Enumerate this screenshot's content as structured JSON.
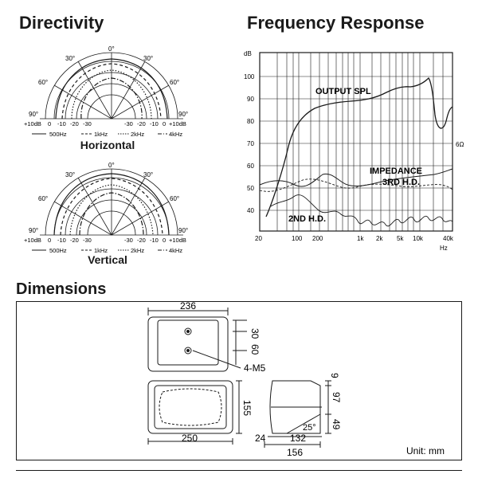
{
  "directivity": {
    "title": "Directivity",
    "angle_labels": {
      "top": "0°",
      "left30": "30°",
      "right30": "30°",
      "left60": "60°",
      "right60": "60°",
      "left90": "90°",
      "right90": "90°"
    },
    "scale_labels": [
      "+10dB",
      "0",
      "-10",
      "-20",
      "-30",
      "-30",
      "-20",
      "-10",
      "0",
      "+10dB"
    ],
    "legend": [
      "500Hz",
      "1kHz",
      "2kHz",
      "4kHz"
    ],
    "horizontal_label": "Horizontal",
    "vertical_label": "Vertical"
  },
  "frequency_response": {
    "title": "Frequency Response",
    "y_unit": "dB",
    "y_ticks": [
      "100",
      "90",
      "80",
      "70",
      "60",
      "50",
      "40"
    ],
    "x_unit": "Hz",
    "x_ticks": [
      "20",
      "100",
      "200",
      "1k",
      "2k",
      "5k",
      "10k",
      "40k"
    ],
    "labels": {
      "output_spl": "OUTPUT SPL",
      "impedance": "IMPEDANCE",
      "third_hd": "3RD H.D.",
      "second_hd": "2ND H.D.",
      "impedance_value": "6Ω"
    }
  },
  "dimensions": {
    "title": "Dimensions",
    "top_width": "236",
    "dim_30": "30",
    "dim_60": "60",
    "mount": "4-M5",
    "front_width": "250",
    "front_height": "155",
    "side_9": "9",
    "side_97": "97",
    "side_49": "49",
    "side_angle": "25°",
    "side_24": "24",
    "side_132": "132",
    "side_156": "156",
    "unit": "Unit: mm"
  }
}
